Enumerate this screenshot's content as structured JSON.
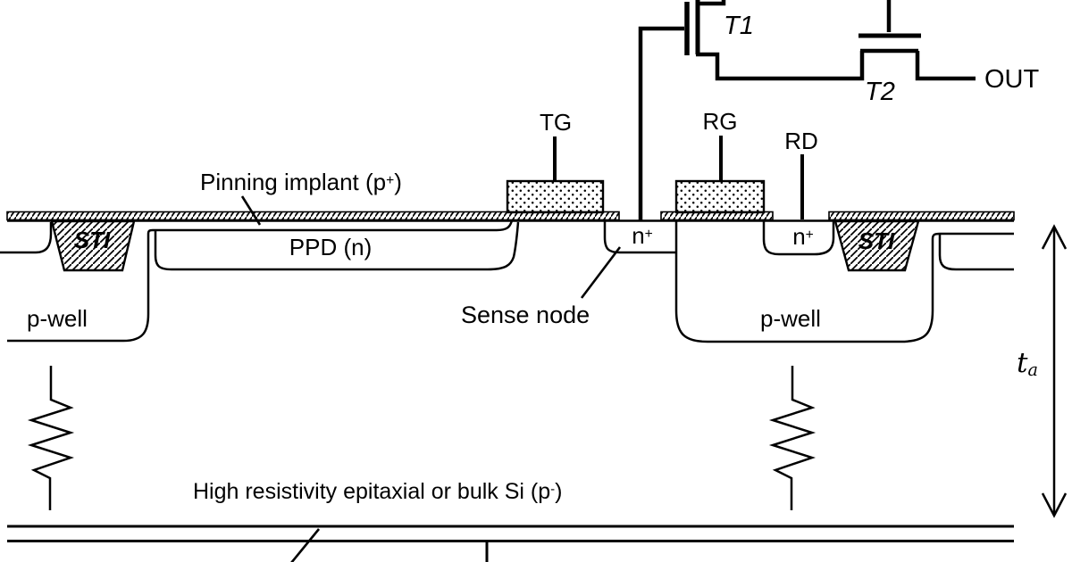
{
  "colors": {
    "ink": "#000000",
    "background": "#ffffff"
  },
  "circuit": {
    "t1_label": "T1",
    "t2_label": "T2",
    "out_label": "OUT"
  },
  "gates": {
    "tg_label": "TG",
    "rg_label": "RG",
    "rd_label": "RD"
  },
  "regions": {
    "pinning": {
      "text": "Pinning implant (p",
      "sup": "+",
      "close": ")"
    },
    "ppd_label": "PPD (n)",
    "sti_left_label": "STI",
    "sti_right_label": "STI",
    "n_sense": {
      "text": "n",
      "sup": "+"
    },
    "n_rd": {
      "text": "n",
      "sup": "+"
    },
    "pwell_left_label": "p-well",
    "pwell_right_label": "p-well",
    "sense_node_label": "Sense node",
    "bulk": {
      "text": "High resistivity epitaxial or bulk Si (p",
      "sup": "-",
      "close": ")"
    }
  },
  "annotations": {
    "thickness": {
      "text": "t",
      "sub": "a"
    }
  }
}
